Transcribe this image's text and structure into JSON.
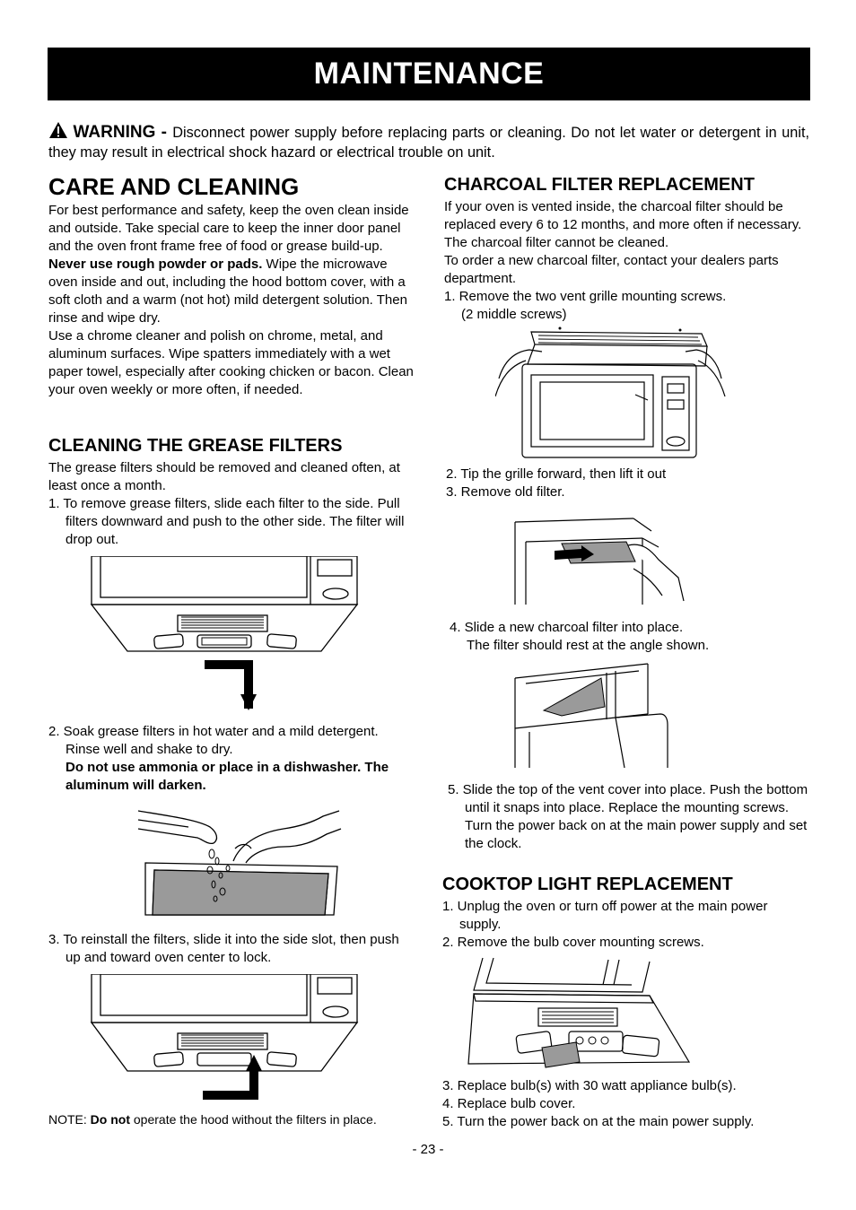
{
  "banner": {
    "title": "MAINTENANCE"
  },
  "warning": {
    "label": "WARNING",
    "dash": " - ",
    "text": "Disconnect power supply before replacing parts or cleaning. Do not let water or detergent in unit, they may result in electrical shock hazard or electrical trouble on unit."
  },
  "care": {
    "title": "CARE AND CLEANING",
    "para1": "For best performance and safety, keep the oven clean inside and outside. Take special care to keep the inner door panel and the oven front frame free of food or grease build-up.",
    "bold_lead": "Never use rough powder or pads.",
    "para2": " Wipe the microwave oven inside and out, including the hood bottom cover, with a soft cloth and a warm (not hot) mild detergent solution. Then rinse and wipe dry.",
    "para3": "Use a chrome cleaner and polish on chrome, metal, and aluminum surfaces. Wipe spatters immediately with a wet paper towel, especially after cooking chicken or bacon. Clean your oven weekly or more often, if needed."
  },
  "grease": {
    "title": "CLEANING THE GREASE FILTERS",
    "intro": "The grease filters should be removed and cleaned often, at least once a month.",
    "step1": "1. To remove grease filters, slide each filter to the side. Pull filters downward and push to the other side. The filter will drop out.",
    "step2": "2. Soak grease filters in hot water and a mild detergent. Rinse well and shake to dry.",
    "step2_bold": "Do not use ammonia or place in a dishwasher. The aluminum will darken.",
    "step3": "3. To reinstall the filters, slide it into the side slot, then push up and toward oven center to lock.",
    "note_prefix": "NOTE: ",
    "note_bold": "Do not",
    "note_rest": " operate the hood without the filters in place."
  },
  "charcoal": {
    "title": "CHARCOAL FILTER REPLACEMENT",
    "intro1": "If your oven is vented inside, the charcoal filter should be replaced every 6 to 12 months, and more often if necessary. The charcoal filter cannot be cleaned.",
    "intro2": "To order a new charcoal filter, contact your dealers parts department.",
    "step1": "1. Remove the two vent grille mounting screws.",
    "step1b": "(2 middle screws)",
    "step2": "2. Tip the grille forward, then lift it out",
    "step3": "3. Remove old filter.",
    "step4": "4. Slide a new charcoal filter into place.",
    "step4b": "The filter should rest at the angle shown.",
    "step5": "5. Slide the top of the vent cover into place. Push the bottom until it snaps into place. Replace the mounting screws. Turn the power back on at the main power supply and set the clock."
  },
  "cooktop": {
    "title": "COOKTOP LIGHT REPLACEMENT",
    "step1": "1. Unplug the oven or turn off power at the main power supply.",
    "step2": "2. Remove the bulb cover mounting screws.",
    "step3": "3. Replace bulb(s) with 30 watt appliance bulb(s).",
    "step4": "4. Replace bulb cover.",
    "step5": "5. Turn the power back on at the main power supply."
  },
  "page_number": "- 23 -"
}
